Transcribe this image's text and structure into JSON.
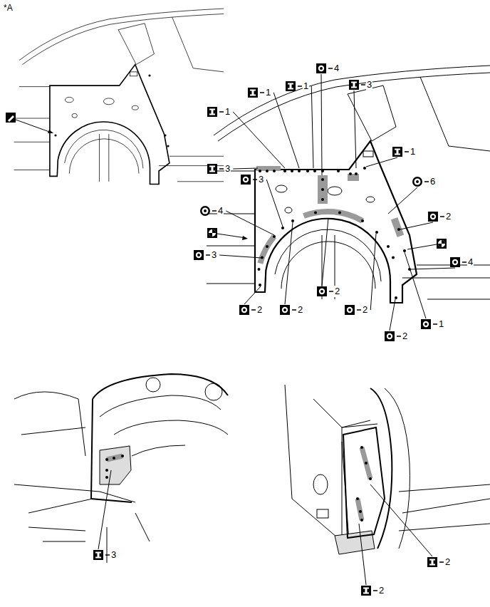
{
  "diagram": {
    "labels": [
      "*A",
      "4",
      "1",
      "3",
      "1",
      "1",
      "1",
      "3",
      "3",
      "6",
      "4",
      "2",
      "3",
      "4",
      "2",
      "2",
      "2",
      "2",
      "2",
      "1",
      "3",
      "2",
      "2"
    ]
  }
}
